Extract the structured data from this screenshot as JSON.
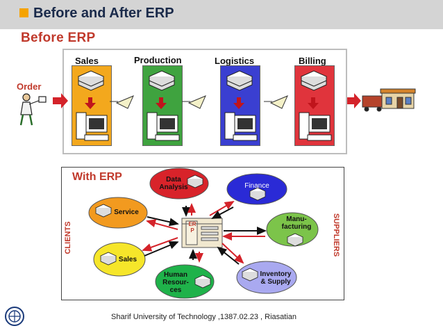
{
  "title": "Before and After ERP",
  "before_heading": "Before ERP",
  "stages": [
    {
      "label": "Sales",
      "color": "#f3a81d"
    },
    {
      "label": "Production",
      "color": "#3fa33f"
    },
    {
      "label": "Logistics",
      "color": "#3a3fd1"
    },
    {
      "label": "Billing",
      "color": "#e0343c"
    }
  ],
  "order_label": "Order",
  "with_heading": "With ERP",
  "center_label": "ERP",
  "clients_label": "CLIENTS",
  "suppliers_label": "SUPPLIERS",
  "modules": {
    "data_analysis": "Data Analysis",
    "finance": "Finance",
    "service": "Service",
    "manufacturing": "Manu- facturing",
    "sales": "Sales",
    "human_resources": "Human Resour- ces",
    "inventory_supply": "Inventory & Supply"
  },
  "colors": {
    "title_bar": "#d4d4d4",
    "title_accent": "#f5a300",
    "heading_red": "#c0392b",
    "data_analysis": "#d8232a",
    "finance": "#2a2ad6",
    "service": "#f29a1f",
    "manufacturing": "#7cc44a",
    "sales_node": "#f6e62a",
    "human_resources": "#1fb24a",
    "inventory_supply": "#a9a9f0"
  },
  "footer": "Sharif University of  Technology ,1387.02.23 , Riasatian"
}
